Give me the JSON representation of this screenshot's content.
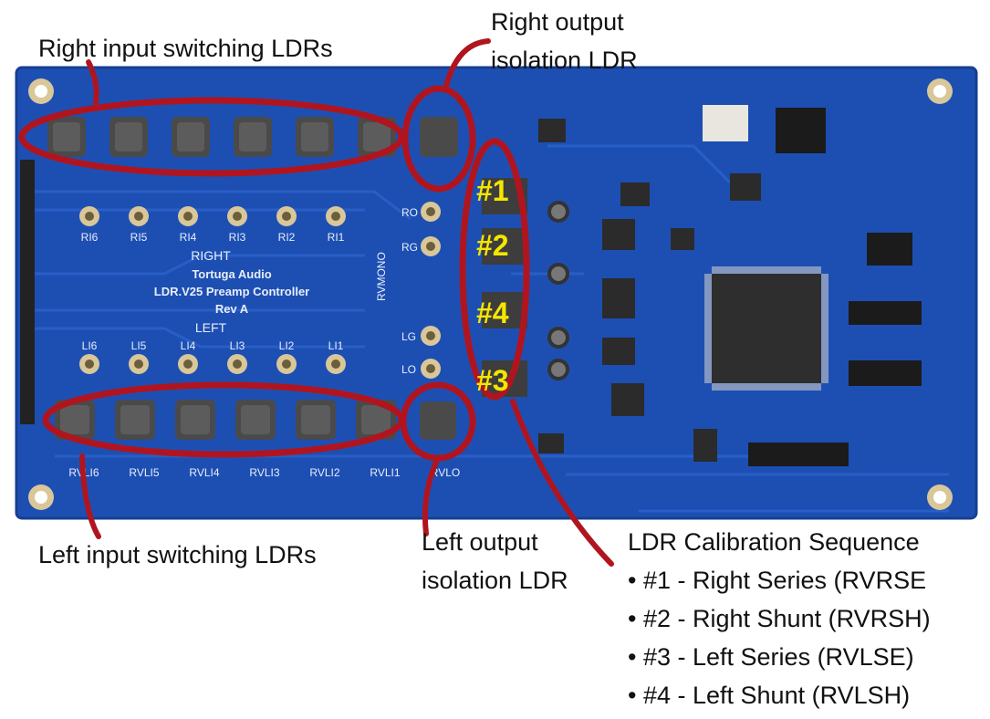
{
  "colors": {
    "pcb": "#1d4fb3",
    "pcb_dark": "#163f93",
    "highlight": "#b0151f",
    "number_text": "#f5e600",
    "ldr_body": "#4a4a4a"
  },
  "labels": {
    "right_input": "Right input switching LDRs",
    "right_output_line1": "Right output",
    "right_output_line2": "isolation LDR",
    "left_input": "Left input switching LDRs",
    "left_output_line1": "Left output",
    "left_output_line2": "isolation LDR"
  },
  "calibration": {
    "title": "LDR Calibration Sequence",
    "steps": [
      "#1 - Right Series (RVRSE",
      "#2 - Right Shunt (RVRSH)",
      "#3 - Left Series (RVLSE)",
      "#4 - Left Shunt (RVLSH)"
    ],
    "markers": [
      "#1",
      "#2",
      "#4",
      "#3"
    ]
  },
  "board": {
    "title_line1": "Tortuga Audio",
    "title_line2": "LDR.V25 Preamp Controller",
    "title_line3": "Rev A",
    "right_heading": "RIGHT",
    "left_heading": "LEFT",
    "right_pads": [
      "RI6",
      "RI5",
      "RI4",
      "RI3",
      "RI2",
      "RI1"
    ],
    "left_pads": [
      "LI6",
      "LI5",
      "LI4",
      "LI3",
      "LI2",
      "LI1"
    ],
    "output_pads": [
      "RO",
      "RG",
      "LG",
      "LO"
    ],
    "bottom_refs": [
      "RVLI6",
      "RVLI5",
      "RVLI4",
      "RVLI3",
      "RVLI2",
      "RVLI1",
      "RVLO"
    ],
    "mono_label": "RVMONO"
  }
}
